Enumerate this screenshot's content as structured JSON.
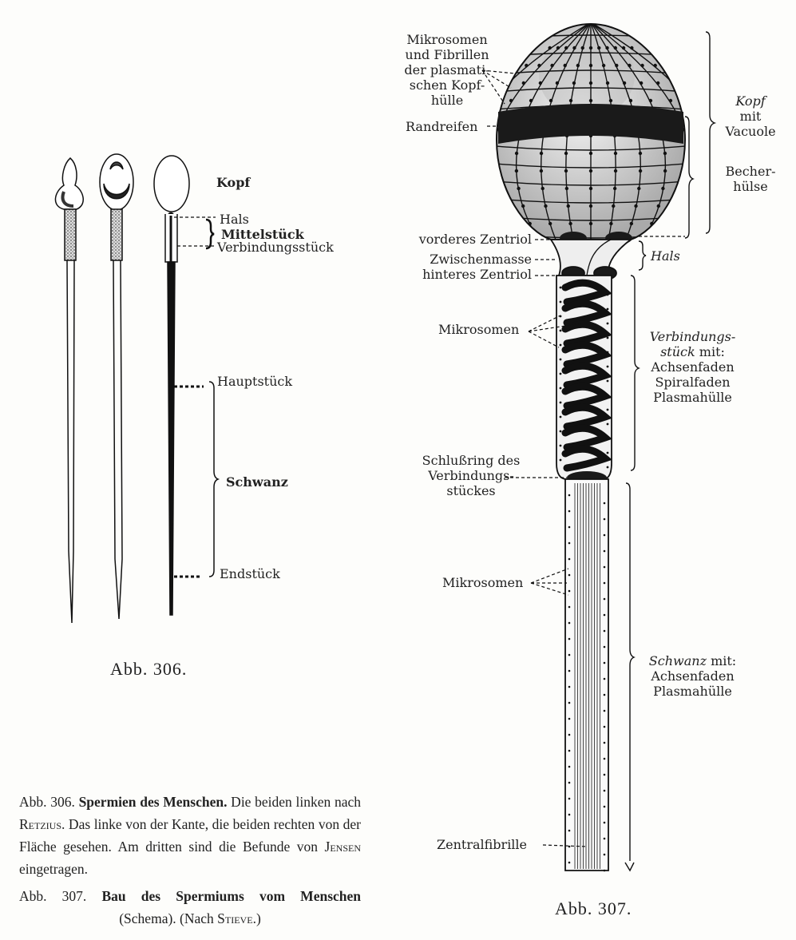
{
  "fig306": {
    "labels": {
      "kopf": "Kopf",
      "hals": "Hals",
      "mittelstueck": "Mittelstück",
      "verbindungsstueck": "Verbindungsstück",
      "hauptstueck": "Hauptstück",
      "schwanz": "Schwanz",
      "endstueck": "Endstück"
    },
    "title": "Abb. 306."
  },
  "fig307": {
    "labels": {
      "mikrosomen_kopf": [
        "Mikrosomen",
        "und Fibrillen",
        "der plasmati-",
        "schen Kopf-",
        "hülle"
      ],
      "randreifen": "Randreifen",
      "vorderes_zentriol": "vorderes Zentriol",
      "zwischenmasse": "Zwischenmasse",
      "hinteres_zentriol": "hinteres Zentriol",
      "mikrosomen_mid": "Mikrosomen",
      "schlussring": [
        "Schlußring des",
        "Verbindungs-",
        "stückes"
      ],
      "mikrosomen_tail": "Mikrosomen",
      "zentralfibrille": "Zentralfibrille",
      "kopf": "Kopf",
      "kopf_mit": "mit",
      "vacuole": "Vacuole",
      "becherhuelse": [
        "Becher-",
        "hülse"
      ],
      "hals": "Hals",
      "verbindungsstueck": "Verbindungs-",
      "stueck_mit": "stück",
      "mit": " mit:",
      "achsenfaden": "Achsenfaden",
      "spiralfaden": "Spiralfaden",
      "plasmahuelle": "Plasmahülle",
      "schwanz": "Schwanz",
      "schwanz_mit": " mit:",
      "achsenfaden2": "Achsenfaden",
      "plasmahuelle2": "Plasmahülle"
    },
    "title": "Abb. 307."
  },
  "caption": {
    "c306_num": "Abb. 306.",
    "c306_bold": "Spermien des Menschen.",
    "c306_a": " Die beiden linken nach ",
    "retzius": "Retzius",
    "c306_b": ". Das linke von der Kante, die beiden rechten von der Fläche gesehen. Am dritten sind die Befunde von ",
    "jensen": "Jensen",
    "c306_c": " eingetragen.",
    "c307_num": "Abb. 307.",
    "c307_bold": "Bau des Spermiums vom Menschen",
    "c307_a": "(Schema). (Nach ",
    "stieve": "Stieve",
    ".": ".)",
    "c307_end": ".)"
  }
}
